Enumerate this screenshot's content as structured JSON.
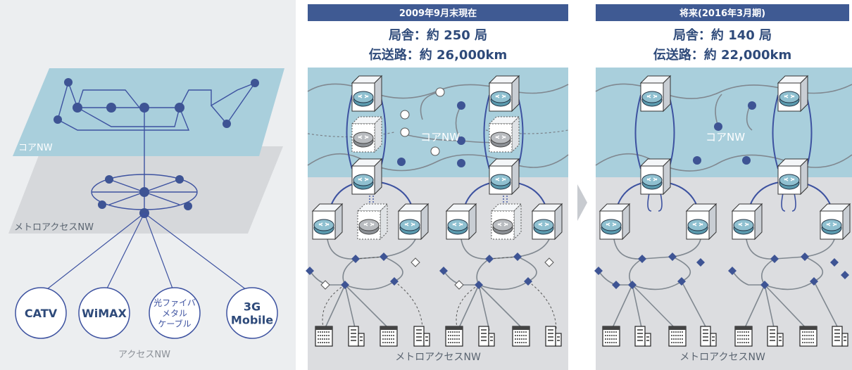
{
  "left_panel": {
    "core_label": "コアNW",
    "metro_label": "メトロアクセスNW",
    "access_label": "アクセスNW",
    "access_nodes": [
      {
        "lines": [
          "CATV"
        ],
        "style": "bold"
      },
      {
        "lines": [
          "WiMAX"
        ],
        "style": "bold"
      },
      {
        "lines": [
          "光ファイバ",
          "メタル",
          "ケーブル"
        ],
        "style": "small"
      },
      {
        "lines": [
          "3G",
          "Mobile"
        ],
        "style": "bold"
      }
    ]
  },
  "current_panel": {
    "header": "2009年9月末現在",
    "stat_offices": "局舎：約 250 局",
    "stat_lines": "伝送路：約 26,000km",
    "core_label": "コアNW",
    "metro_label": "メトロアクセスNW"
  },
  "future_panel": {
    "header": "将来(2016年3月期)",
    "stat_offices": "局舎：約 140 局",
    "stat_lines": "伝送路：約 22,000km",
    "core_label": "コアNW",
    "metro_label": "メトロアクセスNW"
  },
  "colors": {
    "core_bg": "#a9cfdc",
    "metro_bg": "#dcdde0",
    "header_bg": "#3f5a93",
    "node_blue": "#3e5494",
    "line_blue": "#3d52a0",
    "line_grey": "#808890",
    "router_teal": "#5a99ad",
    "text_blue": "#2e4a7a"
  }
}
